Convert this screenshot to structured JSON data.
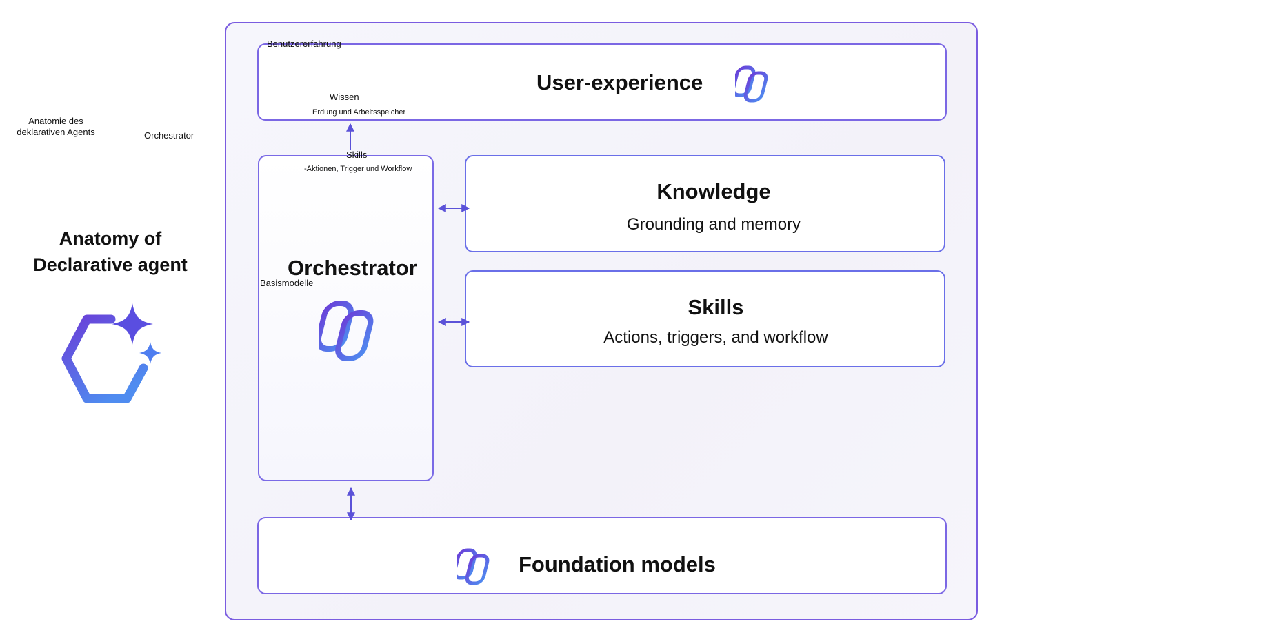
{
  "colors": {
    "accent_purple": "#6a3fd8",
    "accent_blue": "#4f8cf0",
    "border": "#7a5ce0",
    "arrow": "#5b52d8"
  },
  "annotations": {
    "top_left_de_title_line1": "Anatomie des",
    "top_left_de_title_line2": "deklarativen Agents",
    "orchestrator_de": "Orchestrator",
    "user_experience_de": "Benutzererfahrung",
    "knowledge_de": "Wissen",
    "knowledge_sub_de": "Erdung und Arbeitsspeicher",
    "skills_de": "Skills",
    "skills_sub_de": "-Aktionen, Trigger und Workflow",
    "foundation_de": "Basismodelle"
  },
  "side": {
    "title_line1": "Anatomy of",
    "title_line2": "Declarative agent",
    "icon": "declarative-agent-hexagon-sparkle-icon"
  },
  "diagram": {
    "user_experience": {
      "title": "User-experience",
      "icon": "copilot-icon"
    },
    "orchestrator": {
      "title": "Orchestrator",
      "icon": "copilot-icon"
    },
    "knowledge": {
      "title": "Knowledge",
      "subtitle": "Grounding and memory"
    },
    "skills": {
      "title": "Skills",
      "subtitle": "Actions, triggers, and workflow"
    },
    "foundation_models": {
      "title": "Foundation models",
      "icon": "copilot-icon"
    }
  }
}
